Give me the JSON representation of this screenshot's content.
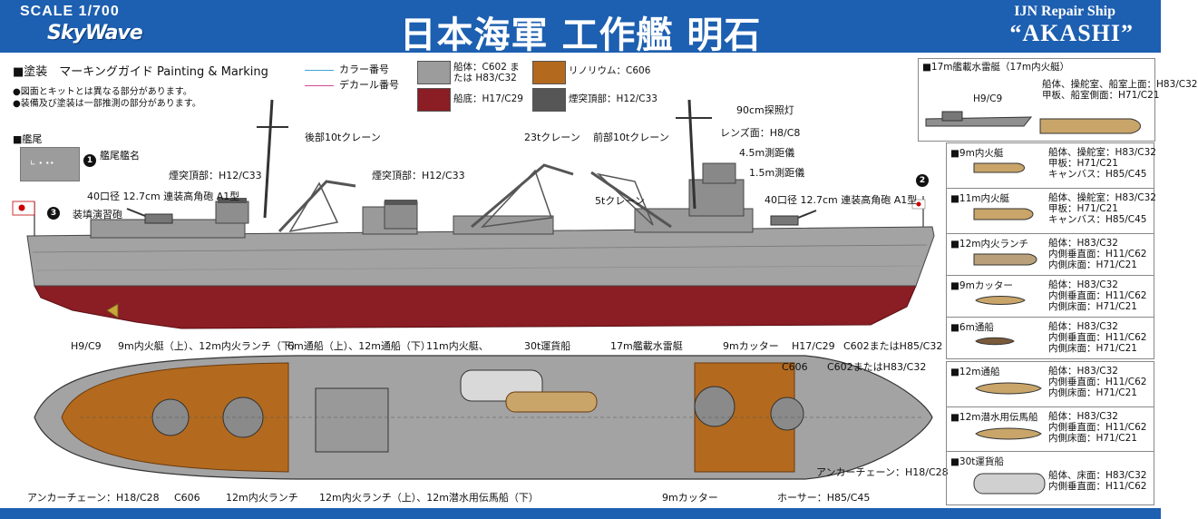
{
  "header": {
    "scale": "SCALE 1/700",
    "brand": "SkyWave",
    "title": "日本海軍 工作艦 明石",
    "en_line1": "IJN Repair Ship",
    "en_line2": "“AKASHI”"
  },
  "section": {
    "title": "■塗装　マーキングガイド Painting & Marking",
    "note1": "●図面とキットとは異なる部分があります。",
    "note2": "●装備及び塗装は一部推測の部分があります。"
  },
  "legend": {
    "color_no": "カラー番号",
    "decal_no": "デカール番号",
    "color_line": "#3aa6d8",
    "decal_line": "#d04a9a"
  },
  "swatches": [
    {
      "label": "船体：C602 または H83/C32",
      "color": "#9c9c9c"
    },
    {
      "label": "リノリウム：C606",
      "color": "#b36a1e"
    },
    {
      "label": "船底：H17/C29",
      "color": "#8b1d24"
    },
    {
      "label": "煙突頂部：H12/C33",
      "color": "#565656"
    }
  ],
  "stern": {
    "title": "■艦尾",
    "n1": "1",
    "label": "艦尾艦名"
  },
  "side_labels": {
    "crane_aft": "後部10tクレーン",
    "crane23": "23tクレーン",
    "crane_fwd": "前部10tクレーン",
    "search_light": "90cm探照灯",
    "lens": "レンズ面：H8/C8",
    "rf45": "4.5m測距儀",
    "rf15": "1.5m測距儀",
    "funnel1": "煙突頂部：H12/C33",
    "funnel2": "煙突頂部：H12/C33",
    "gun_aft": "40口径 12.7cm 連装高角砲 A1型",
    "gun_fwd": "40口径 12.7cm 連装高角砲 A1型",
    "loader": "装填演習砲",
    "crane5": "5tクレーン",
    "n3": "3",
    "n2": "2",
    "prop": "H9/C9",
    "bottom": "H17/C29",
    "hull": "C602またはH85/C32"
  },
  "top_labels": {
    "l1": "9m内火艇（上）、12m内火ランチ（下）",
    "l2": "6m通船（上）、12m通船（下）",
    "l3": "11m内火艇、",
    "l4": "30t運貨船",
    "l5": "17m艦載水雷艇",
    "l6": "9mカッター",
    "l7": "C606",
    "l8": "C602またはH83/C32",
    "b1": "アンカーチェーン：H18/C28",
    "b2": "C606",
    "b3": "12m内火ランチ",
    "b4": "12m内火ランチ（上）、12m潜水用伝馬船（下）",
    "b5": "9mカッター",
    "b6": "ホーサー：H85/C45",
    "b7": "アンカーチェーン：H18/C28"
  },
  "boat_top": {
    "title": "■17m艦載水雷艇（17m内火艇）",
    "desc1": "船体、操舵室、船室上面：H83/C32",
    "desc2": "甲板、船室側面：H71/C21",
    "tag": "H9/C9"
  },
  "boats": [
    {
      "name": "■9m内火艇",
      "lines": [
        "船体、操舵室：H83/C32",
        "甲板：H71/C21",
        "キャンバス：H85/C45"
      ]
    },
    {
      "name": "■11m内火艇",
      "lines": [
        "船体、操舵室：H83/C32",
        "甲板：H71/C21",
        "キャンバス：H85/C45"
      ]
    },
    {
      "name": "■12m内火ランチ",
      "lines": [
        "船体：H83/C32",
        "内側垂直面：H11/C62",
        "内側床面：H71/C21"
      ]
    },
    {
      "name": "■9mカッター",
      "lines": [
        "船体：H83/C32",
        "内側垂直面：H11/C62",
        "内側床面：H71/C21"
      ]
    },
    {
      "name": "■6m通船",
      "lines": [
        "船体：H83/C32",
        "内側垂直面：H11/C62",
        "内側床面：H71/C21"
      ]
    },
    {
      "name": "■12m通船",
      "lines": [
        "船体：H83/C32",
        "内側垂直面：H11/C62",
        "内側床面：H71/C21"
      ]
    },
    {
      "name": "■12m潜水用伝馬船",
      "lines": [
        "船体：H83/C32",
        "内側垂直面：H11/C62",
        "内側床面：H71/C21"
      ]
    },
    {
      "name": "■30t運貨船",
      "lines": [
        "船体、床面：H83/C32",
        "内側垂直面：H11/C62"
      ]
    }
  ]
}
